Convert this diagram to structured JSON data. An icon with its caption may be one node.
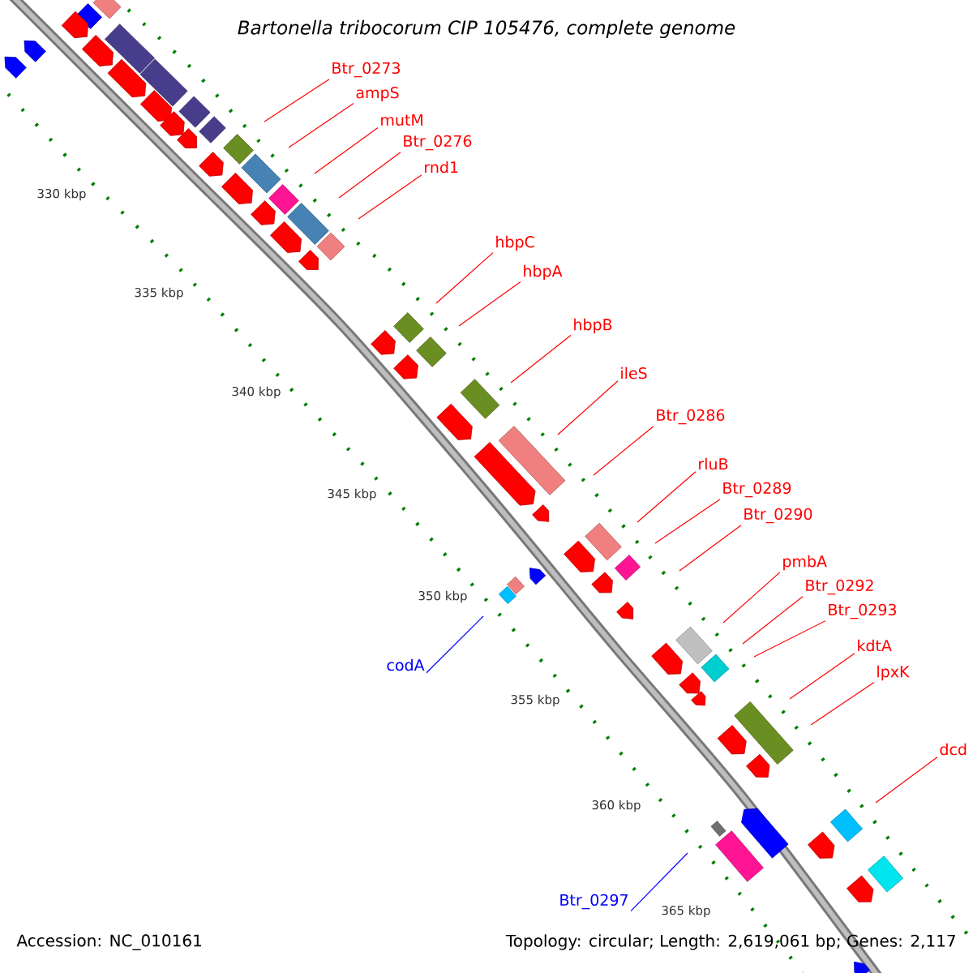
{
  "diagram": {
    "title": "Bartonella tribocorum CIP 105476, complete genome",
    "nodes": [
      {
        "text": [
          "Btr_0273"
        ]
      },
      {
        "text": [
          "ampS"
        ]
      },
      {
        "text": [
          "mutM"
        ]
      },
      {
        "text": [
          "Btr_0276"
        ]
      },
      {
        "text": [
          "rnd1"
        ]
      },
      {
        "text": [
          "hbpC"
        ]
      },
      {
        "text": [
          "hbpA"
        ]
      },
      {
        "text": [
          "hbpB"
        ]
      },
      {
        "text": [
          "ileS"
        ]
      },
      {
        "text": [
          "Btr_0286"
        ]
      },
      {
        "text": [
          "rluB"
        ]
      },
      {
        "text": [
          "Btr_0289"
        ]
      },
      {
        "text": [
          "Btr_0290"
        ]
      },
      {
        "text": [
          "pmbA"
        ]
      },
      {
        "text": [
          "Btr_0292"
        ]
      },
      {
        "text": [
          "Btr_0293"
        ]
      },
      {
        "text": [
          "kdtA"
        ]
      },
      {
        "text": [
          "lpxK"
        ]
      },
      {
        "text": [
          "dcd"
        ]
      },
      {
        "text": [
          "codA"
        ]
      },
      {
        "text": [
          "Btr_0297"
        ]
      }
    ],
    "edges": [
      {
        "from": 0,
        "to": null,
        "arrow": "none"
      },
      {
        "from": 1,
        "to": null,
        "arrow": "none"
      },
      {
        "from": 2,
        "to": null,
        "arrow": "none"
      },
      {
        "from": 3,
        "to": null,
        "arrow": "none"
      },
      {
        "from": 4,
        "to": null,
        "arrow": "none"
      },
      {
        "from": 5,
        "to": null,
        "arrow": "none"
      },
      {
        "from": 6,
        "to": null,
        "arrow": "none"
      },
      {
        "from": 7,
        "to": null,
        "arrow": "none"
      },
      {
        "from": 8,
        "to": null,
        "arrow": "none"
      },
      {
        "from": 9,
        "to": null,
        "arrow": "none"
      },
      {
        "from": 10,
        "to": null,
        "arrow": "none"
      },
      {
        "from": 11,
        "to": null,
        "arrow": "none"
      },
      {
        "from": 12,
        "to": null,
        "arrow": "none"
      },
      {
        "from": 13,
        "to": null,
        "arrow": "none"
      },
      {
        "from": 14,
        "to": null,
        "arrow": "none"
      },
      {
        "from": 15,
        "to": null,
        "arrow": "none"
      },
      {
        "from": 16,
        "to": null,
        "arrow": "none"
      },
      {
        "from": 17,
        "to": null,
        "arrow": "none"
      },
      {
        "from": 18,
        "to": null,
        "arrow": "none"
      },
      {
        "from": 19,
        "to": null,
        "arrow": "none",
        "color": "#0000ff"
      },
      {
        "from": 20,
        "to": null,
        "arrow": "none",
        "color": "#0000ff"
      }
    ],
    "labels": [
      "330 kbp",
      "335 kbp",
      "340 kbp",
      "345 kbp",
      "350 kbp",
      "355 kbp",
      "360 kbp",
      "365 kbp",
      "Accession: NC_010161",
      "Topology: circular; Length: 2,619,061 bp; Genes: 2,117"
    ]
  }
}
